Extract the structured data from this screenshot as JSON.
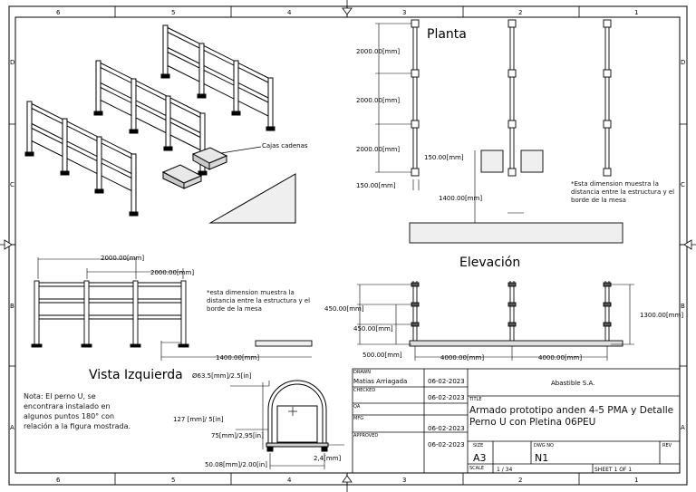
{
  "border": {
    "col_labels": [
      "6",
      "5",
      "4",
      "3",
      "2",
      "1"
    ],
    "row_labels": [
      "D",
      "C",
      "B",
      "A"
    ]
  },
  "iso": {
    "label_cajas": "Cajas cadenas"
  },
  "planta": {
    "title": "Planta",
    "dim_1": "2000.00[mm]",
    "dim_2": "2000.00[mm]",
    "dim_3": "2000.00[mm]",
    "dim_plate": "150.00[mm]",
    "dim_bottom": "150.00[mm]",
    "dim_mid": "1400.00[mm]",
    "note": "*Esta dimension muestra la distancia entre la estructura y el borde de la mesa"
  },
  "elevacion": {
    "title": "Elevación",
    "dim_450_a": "450.00[mm]",
    "dim_450_b": "450.00[mm]",
    "dim_500": "500.00[mm]",
    "dim_4000_a": "4000.00[mm]",
    "dim_4000_b": "4000.00[mm]",
    "dim_1300": "1300.00[mm]"
  },
  "vista_izq": {
    "title": "Vista Izquierda",
    "dim_2000_a": "2000.00[mm]",
    "dim_2000_b": "2000.00[mm]",
    "dim_1400": "1400.00[mm]",
    "note": "*esta dimension muestra la distancia entre la estructura y el borde de la mesa"
  },
  "detalle": {
    "dim_diam": "Ø63.5[mm]/2.5[in]",
    "dim_127": "127 [mm]/ 5[in]",
    "dim_75": "75[mm]/2,95[in]",
    "dim_50": "50.08[mm]/2.00[in]",
    "dim_2_4": "2,4[mm]"
  },
  "nota": "Nota: El perno U, se encontrara instalado en algunos puntos 180° con relación a la figura mostrada.",
  "title_block": {
    "drawn_label": "DRAWN",
    "drawn_by": "Matias Arriagada",
    "drawn_date": "06-02-2023",
    "checked_label": "CHECKED",
    "checked_date": "06-02-2023",
    "qa_label": "QA",
    "mfg_label": "MFG",
    "mfg_date": "06-02-2023",
    "approved_label": "APPROVED",
    "approved_date": "06-02-2023",
    "company": "Abastible S.A.",
    "title_label": "TITLE",
    "title": "Armado prototipo anden 4-5 PMA y Detalle Perno U con Pletina 06PEU",
    "size_label": "SIZE",
    "size": "A3",
    "dwg_label": "DWG NO",
    "dwg": "N1",
    "rev_label": "REV",
    "scale_label": "SCALE",
    "scale": "1 / 34",
    "sheet": "SHEET 1  OF 1"
  }
}
